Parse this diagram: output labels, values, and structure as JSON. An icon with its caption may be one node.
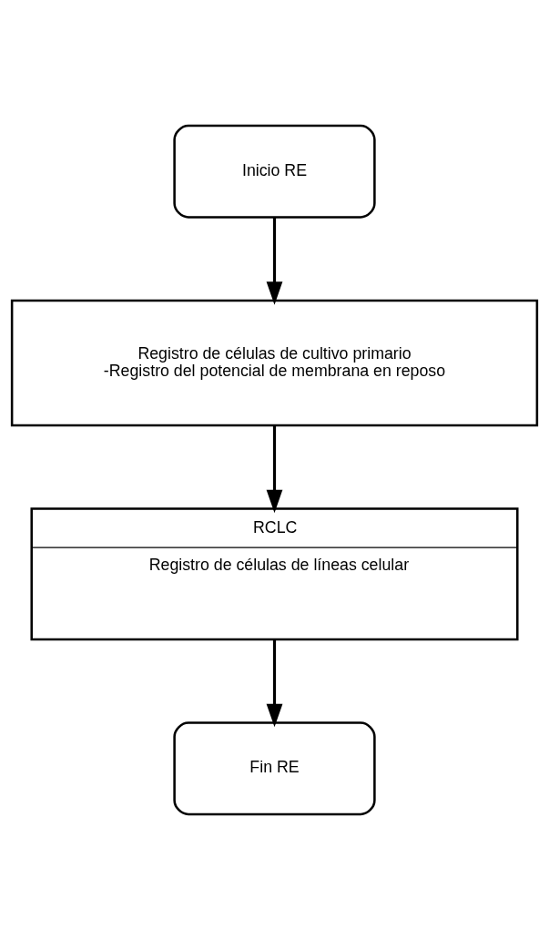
{
  "diagram": {
    "nodes": [
      {
        "text": [
          "Inicio RE"
        ]
      },
      {
        "text": [
          "Registro de células de cultivo primario",
          "-Registro del potencial de membrana en reposo"
        ]
      },
      {
        "text": [
          "RCLC",
          "Registro de células de líneas celular"
        ]
      },
      {
        "text": [
          "Fin RE"
        ]
      }
    ],
    "edges": [
      {
        "from": 0,
        "to": 1,
        "arrow": "to"
      },
      {
        "from": 1,
        "to": 2,
        "arrow": "to"
      },
      {
        "from": 2,
        "to": 3,
        "arrow": "to"
      }
    ]
  }
}
